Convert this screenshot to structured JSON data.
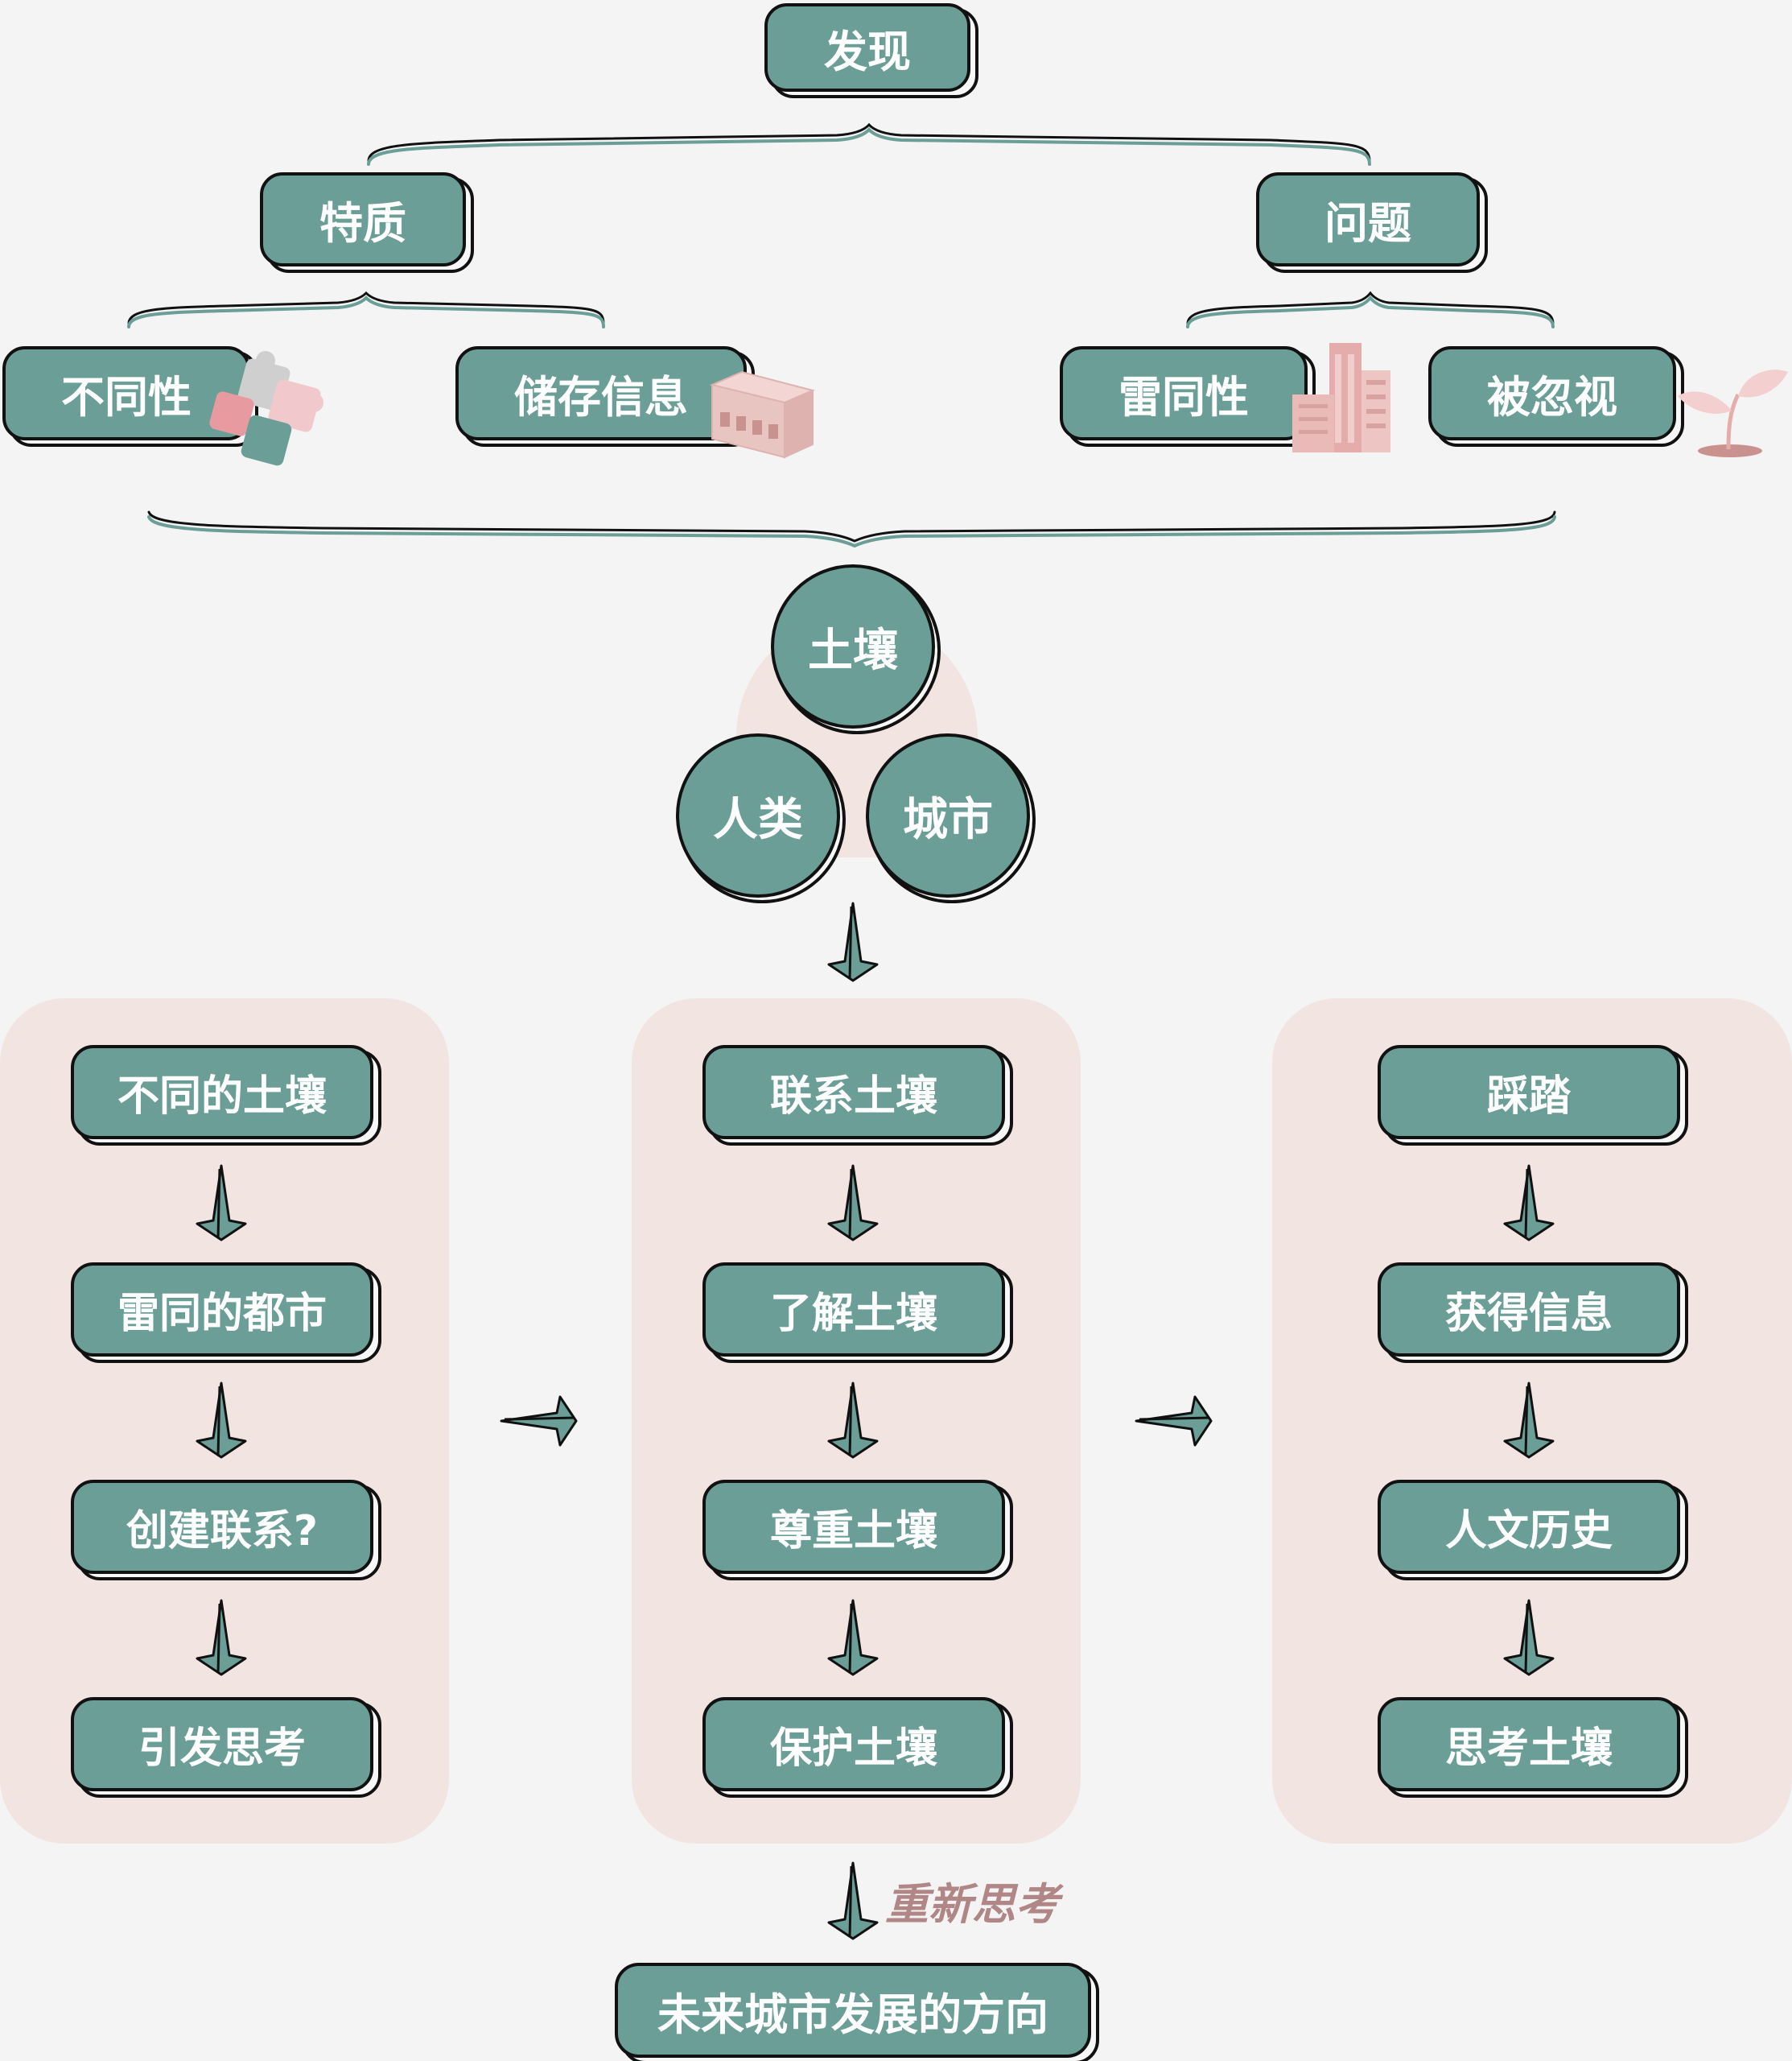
{
  "colors": {
    "background": "#f4f4f4",
    "node_fill": "#6a9e97",
    "node_border": "#111111",
    "panel_fill": "#f1e4e1",
    "accent_pink": "#e7b9b7",
    "tag_text": "#b08686"
  },
  "top": {
    "root": "发现",
    "quality": "特质",
    "problem": "问题"
  },
  "leaves": {
    "difference": "不同性",
    "difference_icon": "puzzle-icon",
    "storage": "储存信息",
    "storage_icon": "brick-icon",
    "sameness": "雷同性",
    "sameness_icon": "buildings-icon",
    "ignored": "被忽视",
    "ignored_icon": "sprout-icon"
  },
  "circles": {
    "soil": "土壤",
    "human": "人类",
    "city": "城市"
  },
  "columns": [
    {
      "steps": [
        "不同的土壤",
        "雷同的都市",
        "创建联系?",
        "引发思考"
      ]
    },
    {
      "steps": [
        "联系土壤",
        "了解土壤",
        "尊重土壤",
        "保护土壤"
      ]
    },
    {
      "steps": [
        "踩踏",
        "获得信息",
        "人文历史",
        "思考土壤"
      ]
    }
  ],
  "rethink_label": "重新思考",
  "final": "未来城市发展的方向"
}
